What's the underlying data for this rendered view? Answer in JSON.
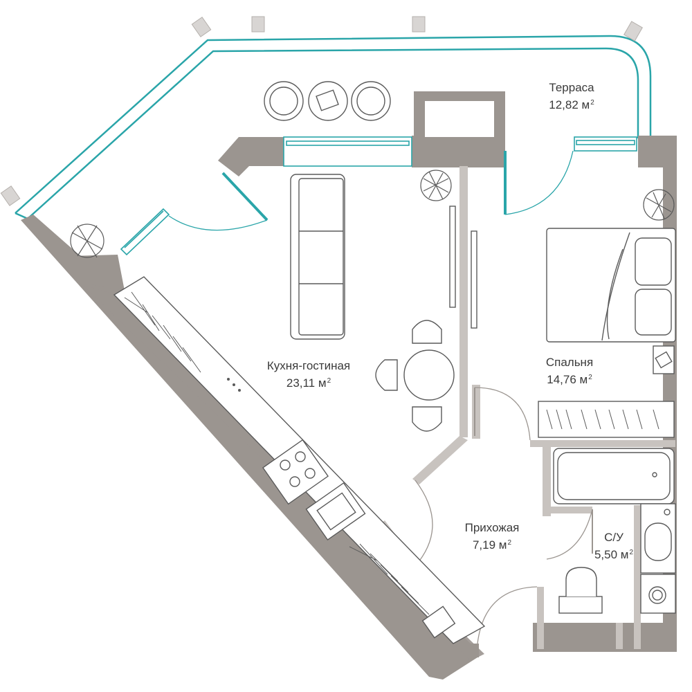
{
  "colors": {
    "wall": "#9b9590",
    "wall_light": "#c8c3bf",
    "glass": "#2aa5a9",
    "furniture": "#5a5a5a",
    "text": "#3a3a3a",
    "background": "#ffffff"
  },
  "rooms": [
    {
      "id": "terrace",
      "name": "Терраса",
      "area": "12,82 м",
      "unit_sup": "2"
    },
    {
      "id": "kitchen-living",
      "name": "Кухня-гостиная",
      "area": "23,11 м",
      "unit_sup": "2"
    },
    {
      "id": "bedroom",
      "name": "Спальня",
      "area": "14,76 м",
      "unit_sup": "2"
    },
    {
      "id": "hallway",
      "name": "Прихожая",
      "area": "7,19 м",
      "unit_sup": "2"
    },
    {
      "id": "bathroom",
      "name": "С/У",
      "area": "5,50 м",
      "unit_sup": "2"
    }
  ],
  "icons": [
    "plant-icon",
    "sofa-icon",
    "bed-icon",
    "dining-table-icon",
    "lounge-chair-icon",
    "stove-icon",
    "sink-icon",
    "bathtub-icon",
    "toilet-icon",
    "washing-machine-icon",
    "wardrobe-icon"
  ]
}
